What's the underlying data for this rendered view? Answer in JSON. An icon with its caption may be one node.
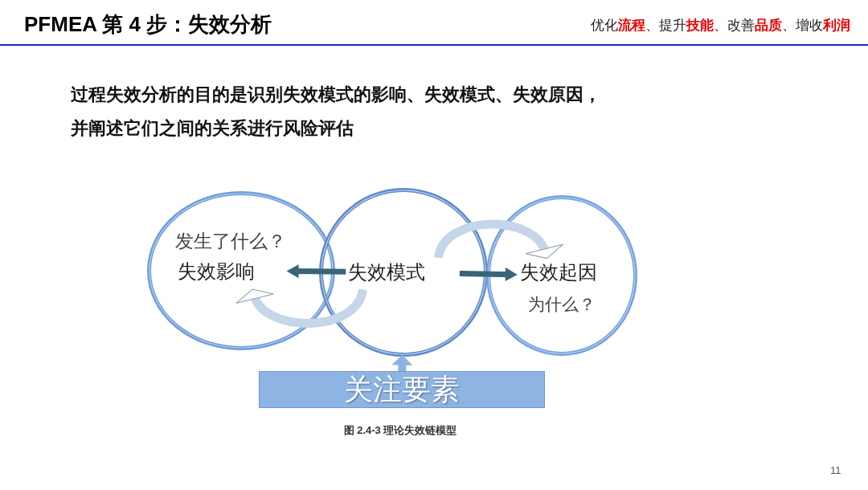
{
  "diagram": {
    "title": "PFMEA 第 4 步：失效分析",
    "caption": "图 2.4-3 理论失效链模型",
    "nodes": [
      {
        "text": [
          "发生了什么？",
          "失效影响"
        ]
      },
      {
        "text": [
          "失效模式"
        ]
      },
      {
        "text": [
          "失效起因",
          "为什么？"
        ]
      },
      {
        "text": [
          "关注要素"
        ]
      }
    ],
    "edges": [
      {
        "from": 1,
        "to": 0,
        "arrow": "to"
      },
      {
        "from": 1,
        "to": 2,
        "arrow": "to"
      },
      {
        "from": 1,
        "to": 0,
        "arrow": "to",
        "color": "#c5d5ea"
      },
      {
        "from": 1,
        "to": 2,
        "arrow": "to",
        "color": "#c5d5ea"
      },
      {
        "from": 3,
        "to": 1,
        "arrow": "to",
        "color": "#8db3e2"
      }
    ],
    "labels": [
      "优化**流程**、提升**技能**、改善**品质**、增收**利润**",
      "过程失效分析的目的是识别失效模式的影响、失效模式、失效原因，并阐述它们之间的关系进行风险评估",
      "11"
    ]
  }
}
